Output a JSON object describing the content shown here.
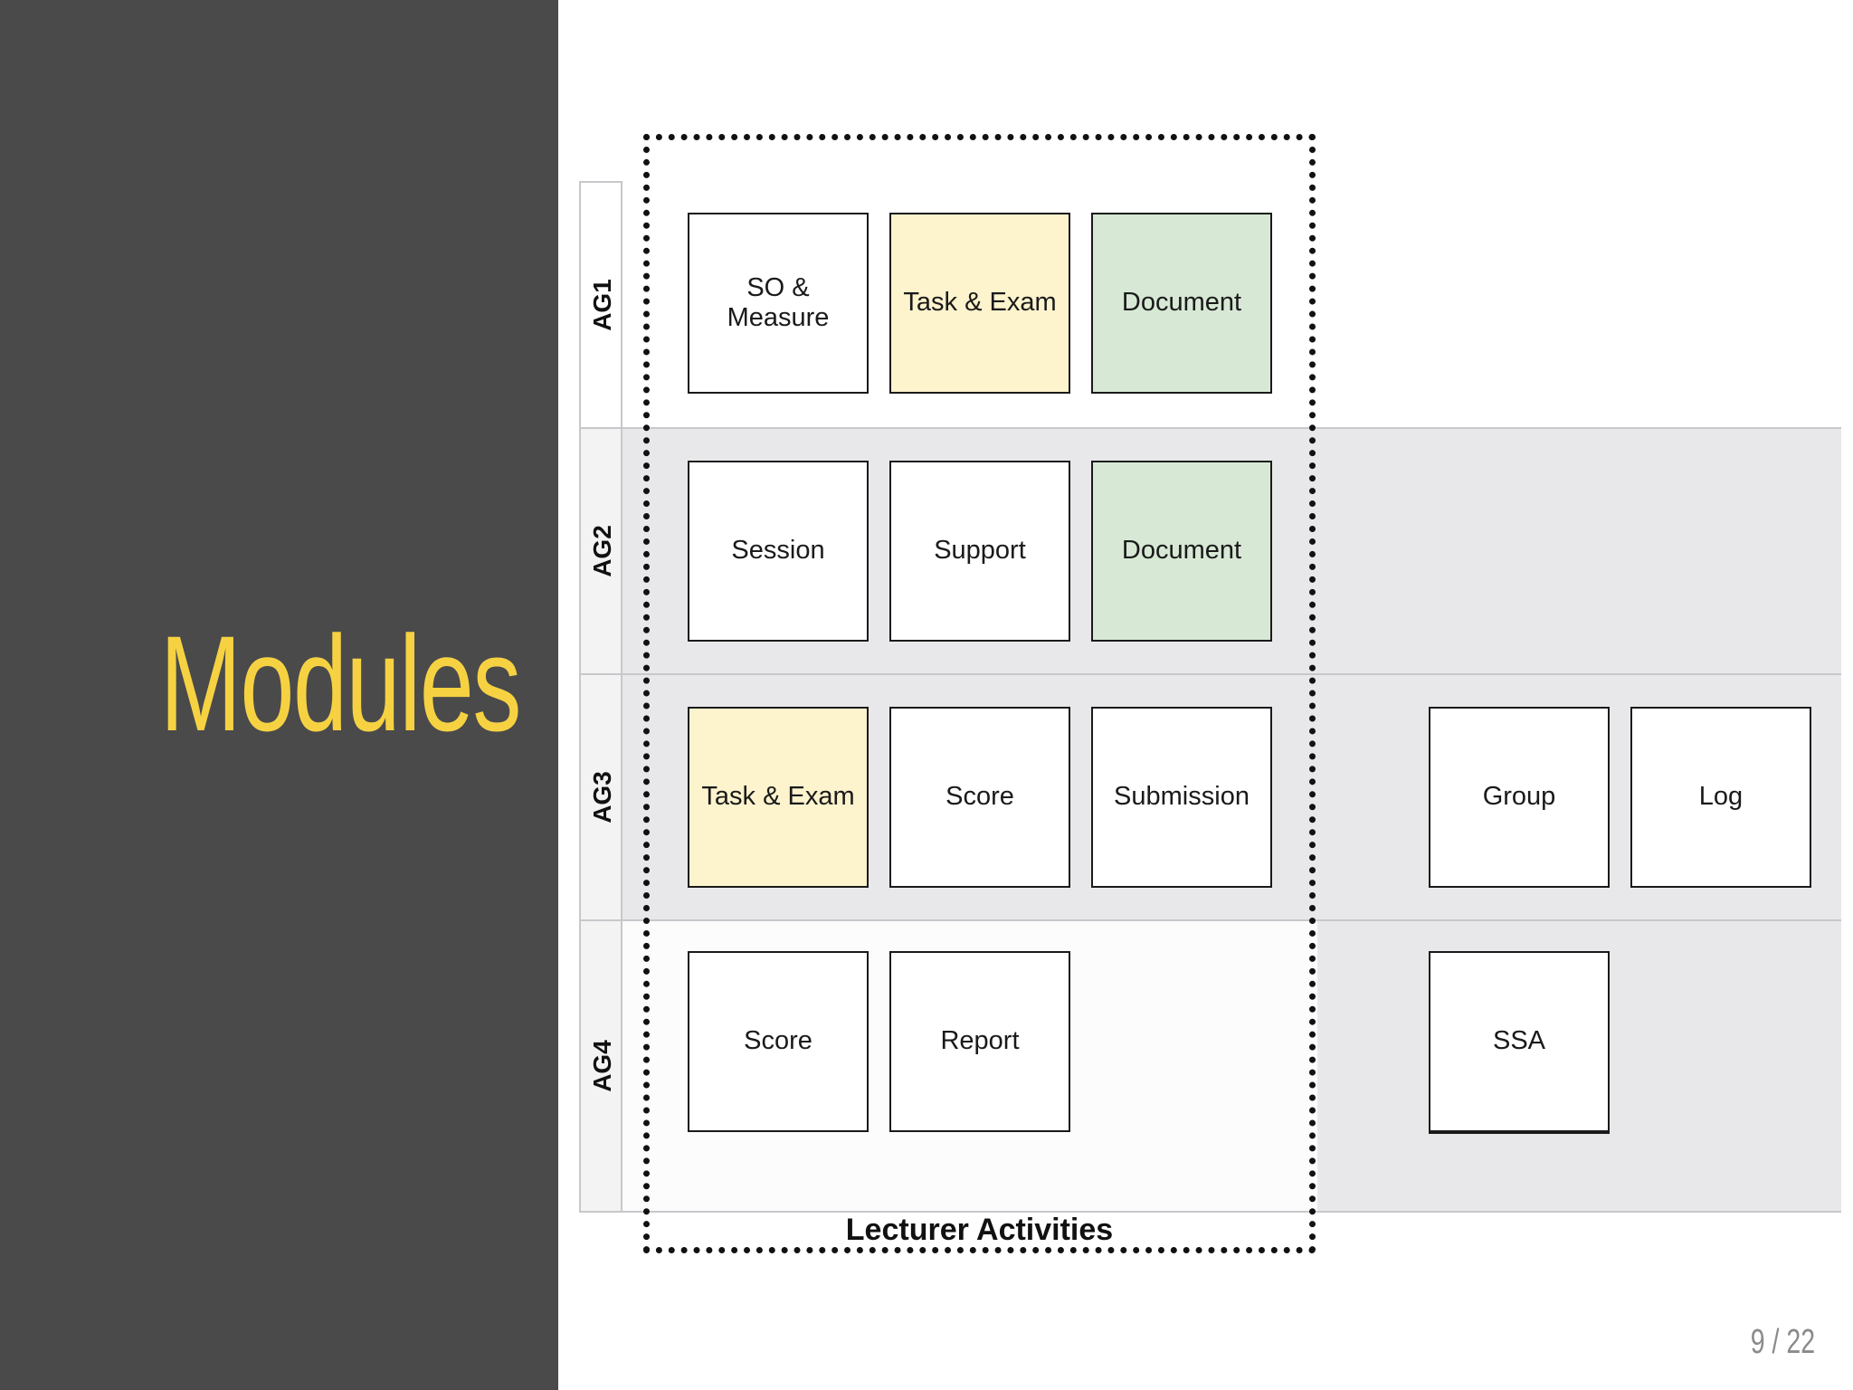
{
  "slide": {
    "title": "Modules",
    "page_number": "9 / 22",
    "colors": {
      "panel_background": "#4a4a4b",
      "title_color": "#f6d242",
      "module_yellow": "#fdf3cd",
      "module_green": "#d7e9d5",
      "lane_shade": "#e8e8ea"
    }
  },
  "diagram": {
    "group_label": "Lecturer Activities",
    "lanes": [
      {
        "label": "AG1",
        "modules": [
          {
            "label": "SO &\nMeasure",
            "color": "white"
          },
          {
            "label": "Task & Exam",
            "color": "yellow"
          },
          {
            "label": "Document",
            "color": "green"
          }
        ]
      },
      {
        "label": "AG2",
        "modules": [
          {
            "label": "Session",
            "color": "white"
          },
          {
            "label": "Support",
            "color": "white"
          },
          {
            "label": "Document",
            "color": "green"
          }
        ]
      },
      {
        "label": "AG3",
        "modules": [
          {
            "label": "Task & Exam",
            "color": "yellow"
          },
          {
            "label": "Score",
            "color": "white"
          },
          {
            "label": "Submission",
            "color": "white"
          },
          {
            "label": "Group",
            "color": "white"
          },
          {
            "label": "Log",
            "color": "white"
          }
        ]
      },
      {
        "label": "AG4",
        "modules": [
          {
            "label": "Score",
            "color": "white"
          },
          {
            "label": "Report",
            "color": "white"
          },
          {
            "label": "SSA",
            "color": "white"
          }
        ]
      }
    ]
  }
}
